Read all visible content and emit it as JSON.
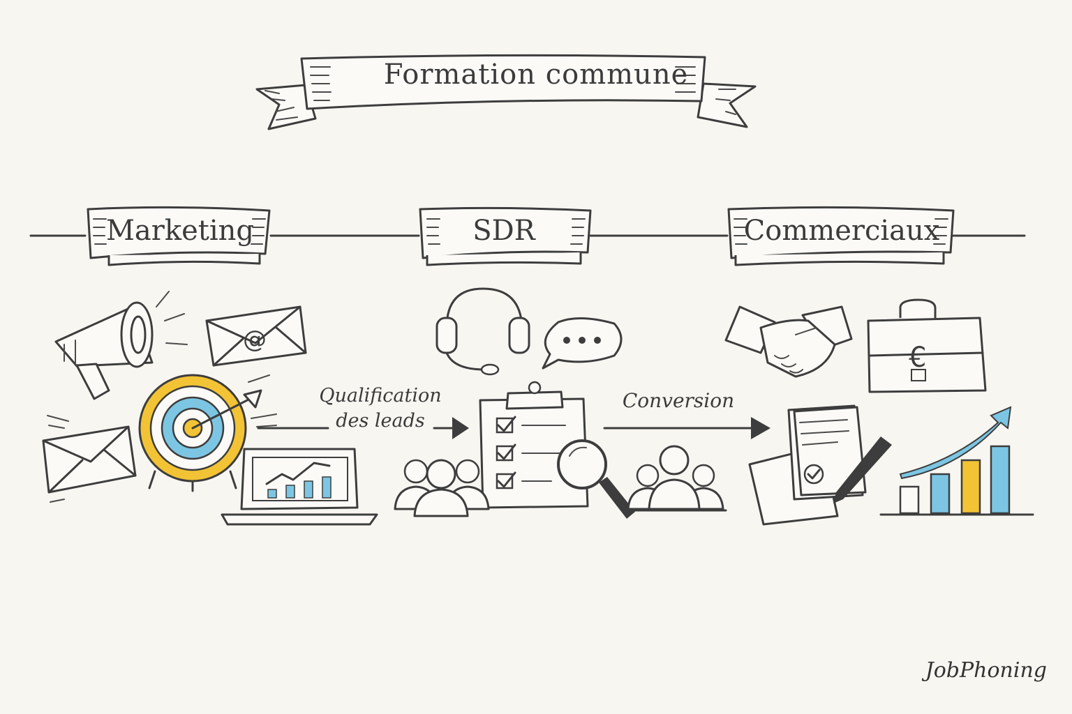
{
  "title": "Formation commune",
  "stages": [
    "Marketing",
    "SDR",
    "Commerciaux"
  ],
  "flow_labels": {
    "qualification": [
      "Qualification",
      "des leads"
    ],
    "conversion": "Conversion"
  },
  "brand": "JobPhoning",
  "colors": {
    "ink": "#3d3d3d",
    "blue": "#7cc6e3",
    "yellow": "#f2c335",
    "paper": "#f8f6f1"
  },
  "icons": {
    "marketing": [
      "megaphone-icon",
      "email-at-icon",
      "envelope-icon",
      "target-arrow-icon",
      "laptop-chart-icon"
    ],
    "sdr": [
      "headset-icon",
      "speech-bubble-icon",
      "checklist-clipboard-icon",
      "people-group-icon",
      "magnifier-icon"
    ],
    "commerciaux": [
      "handshake-icon",
      "briefcase-euro-icon",
      "signed-contract-icon",
      "growth-chart-icon",
      "people-group-icon"
    ]
  }
}
